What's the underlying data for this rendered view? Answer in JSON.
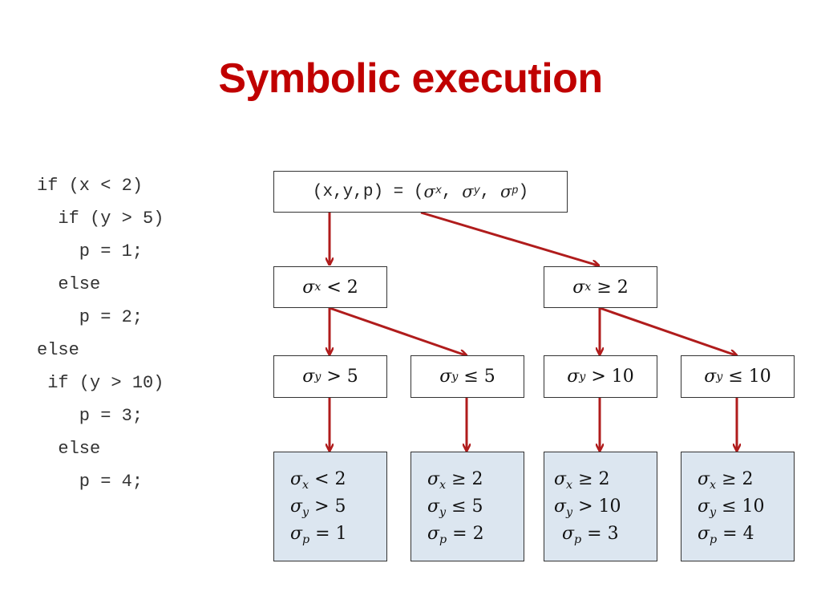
{
  "title": "Symbolic execution",
  "code_lines": [
    "if (x < 2)",
    "  if (y > 5)",
    "    p = 1;",
    "  else",
    "    p = 2;",
    "else",
    " if (y > 10)",
    "    p = 3;",
    "  else",
    "    p = 4;"
  ],
  "tree": {
    "root": {
      "prefix": "(x,y,p) = (",
      "sym1": "σ",
      "sub1": "x",
      "sym2": "σ",
      "sub2": "y",
      "sym3": "σ",
      "sub3": "p",
      "sep": ", ",
      "suffix": ")"
    },
    "level1": [
      {
        "sym": "σ",
        "sub": "x",
        "cond": " < 2"
      },
      {
        "sym": "σ",
        "sub": "x",
        "cond": " ≥ 2"
      }
    ],
    "level2": [
      {
        "sym": "σ",
        "sub": "y",
        "cond": " > 5"
      },
      {
        "sym": "σ",
        "sub": "y",
        "cond": " ≤ 5"
      },
      {
        "sym": "σ",
        "sub": "y",
        "cond": " > 10"
      },
      {
        "sym": "σ",
        "sub": "y",
        "cond": " ≤ 10"
      }
    ],
    "leaves": [
      [
        {
          "sym": "σ",
          "sub": "x",
          "cond": " < 2"
        },
        {
          "sym": "σ",
          "sub": "y",
          "cond": " > 5"
        },
        {
          "sym": "σ",
          "sub": "p",
          "cond": " = 1"
        }
      ],
      [
        {
          "sym": "σ",
          "sub": "x",
          "cond": " ≥ 2"
        },
        {
          "sym": "σ",
          "sub": "y",
          "cond": " ≤ 5"
        },
        {
          "sym": "σ",
          "sub": "p",
          "cond": " = 2"
        }
      ],
      [
        {
          "sym": "σ",
          "sub": "x",
          "cond": " ≥ 2"
        },
        {
          "sym": "σ",
          "sub": "y",
          "cond": " > 10"
        },
        {
          "sym": "σ",
          "sub": "p",
          "cond": " = 3"
        }
      ],
      [
        {
          "sym": "σ",
          "sub": "x",
          "cond": " ≥ 2"
        },
        {
          "sym": "σ",
          "sub": "y",
          "cond": " ≤ 10"
        },
        {
          "sym": "σ",
          "sub": "p",
          "cond": " = 4"
        }
      ]
    ]
  },
  "colors": {
    "title": "#c00000",
    "arrow": "#b01c1c",
    "leaf_fill": "#dce6f0",
    "box_border": "#333333"
  }
}
